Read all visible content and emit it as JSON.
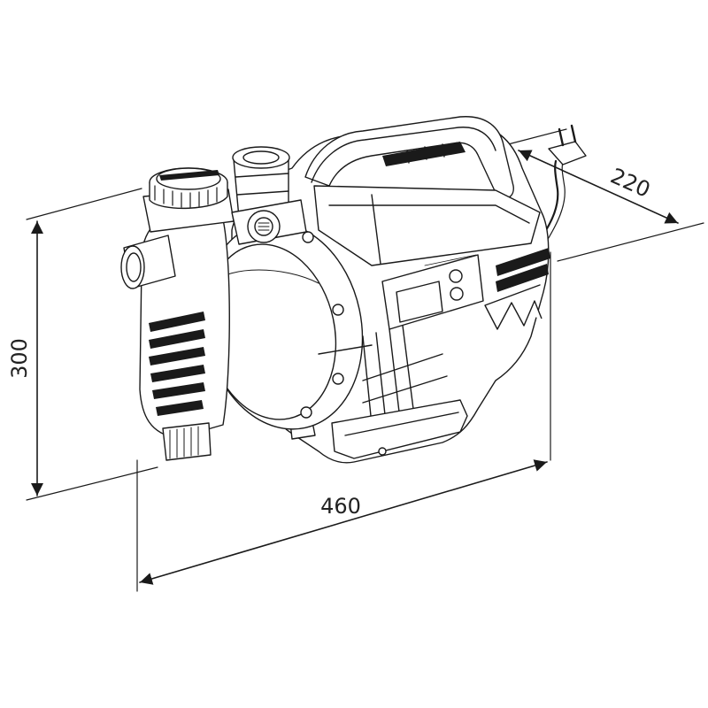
{
  "dimensions": {
    "height": "300",
    "width": "460",
    "depth": "220"
  },
  "colors": {
    "line": "#1a1a1a",
    "background": "#ffffff"
  }
}
